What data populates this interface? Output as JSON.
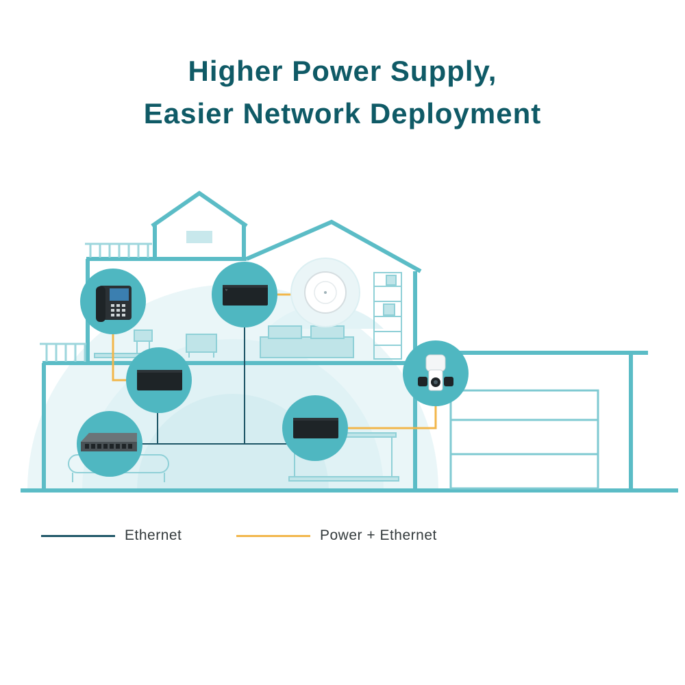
{
  "title": {
    "line1": "Higher Power Supply,",
    "line2": "Easier Network Deployment"
  },
  "legend": [
    {
      "label": "Ethernet",
      "color": "#1d5566"
    },
    {
      "label": "Power + Ethernet",
      "color": "#f2b64a"
    }
  ],
  "colors": {
    "house_outline": "#5bbcc6",
    "house_fill": "#e6f4f6",
    "node_circle": "#4fb7c1",
    "device_dark": "#1e2427",
    "ethernet": "#1d5566",
    "poe": "#f2b64a"
  },
  "devices": [
    {
      "icon": "ip-phone-icon"
    },
    {
      "icon": "poe-switch-icon"
    },
    {
      "icon": "access-point-icon"
    },
    {
      "icon": "desktop-switch-icon"
    },
    {
      "icon": "ip-camera-icon"
    }
  ]
}
